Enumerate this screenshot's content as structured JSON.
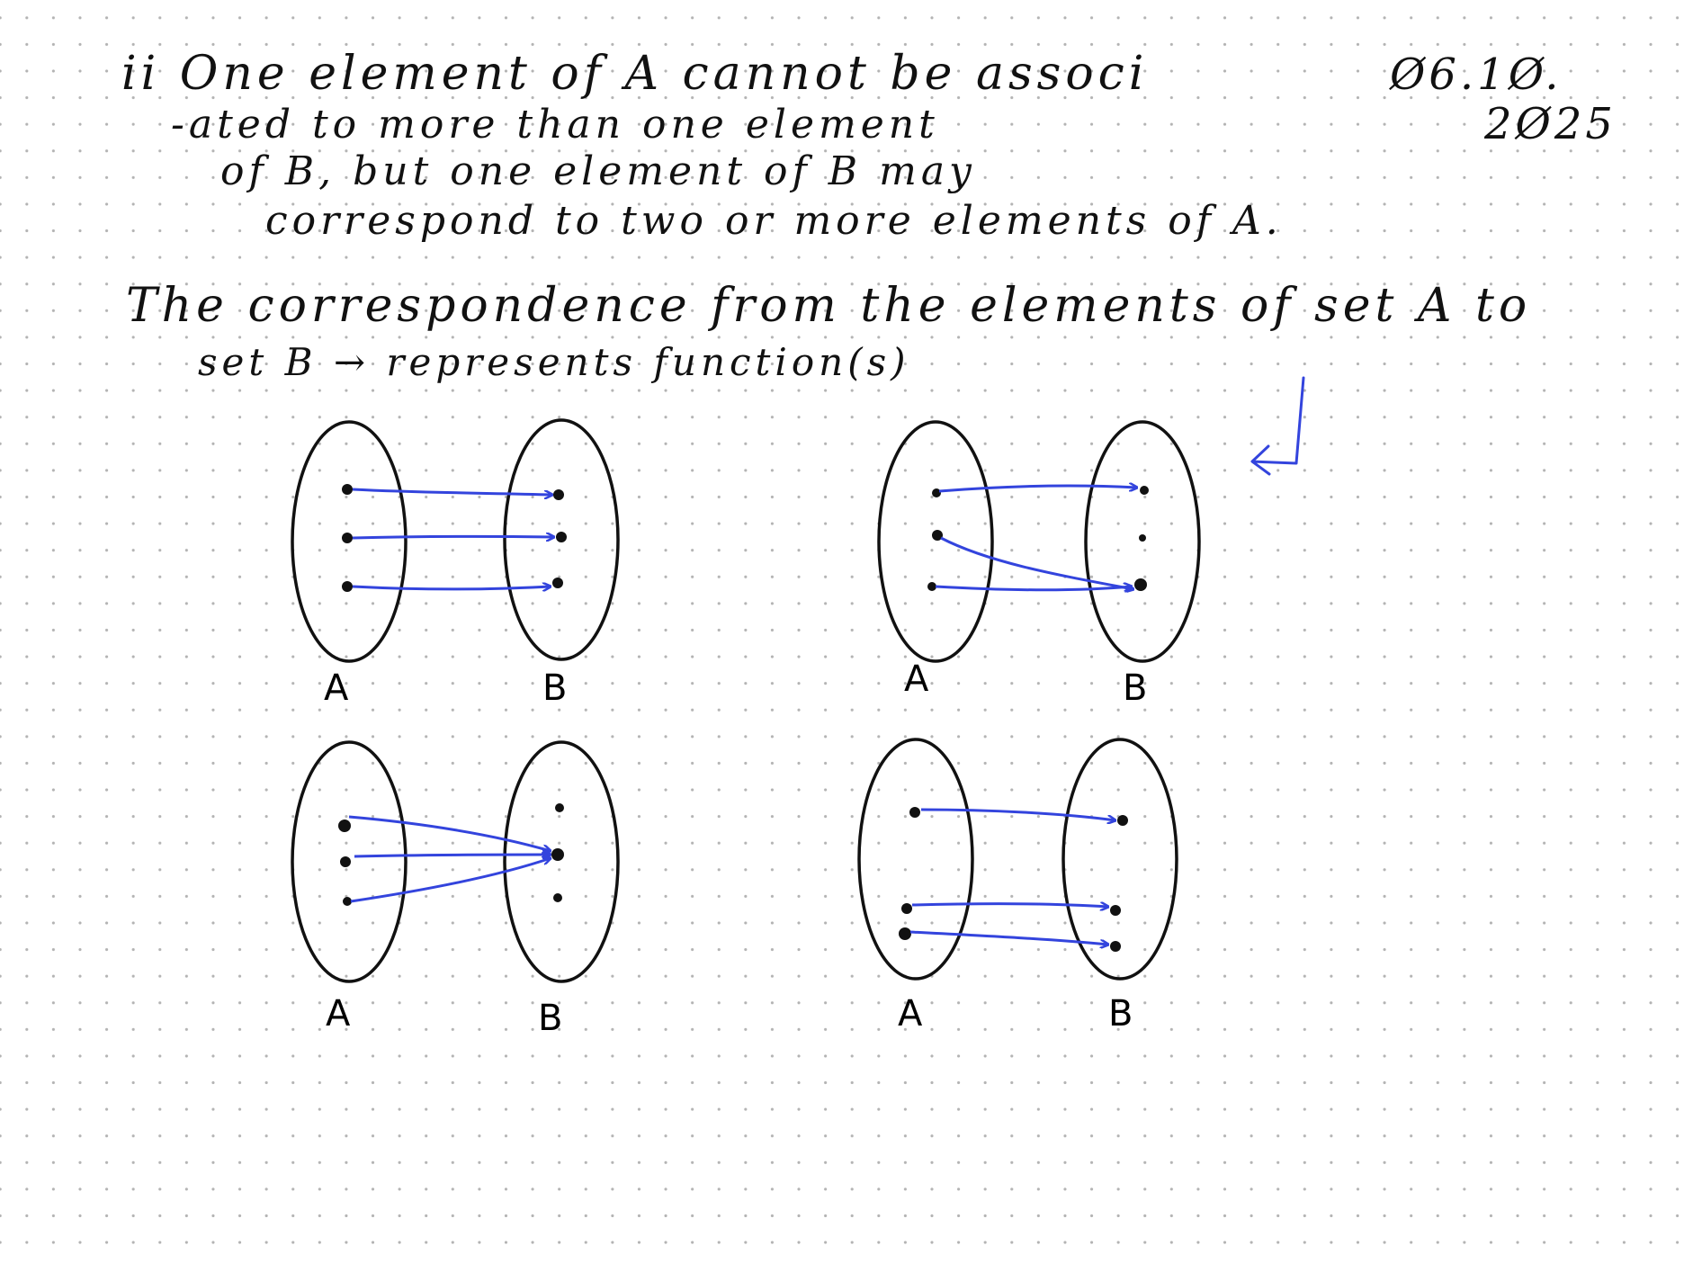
{
  "note": {
    "paragraph1": {
      "line1": "ii One element of A cannot be associ",
      "line2": "-ated to more than one element",
      "line3": "of B, but one element of B may",
      "line4": "correspond to two or more elements of A."
    },
    "date_line1": "Ø6.1Ø.",
    "date_line2": "2Ø25",
    "paragraph2": {
      "line1": "The correspondence from the elements of set A to",
      "line2": "set B → represents function(s)"
    }
  },
  "diagrams": [
    {
      "left_label": "A",
      "right_label": "B"
    },
    {
      "left_label": "A",
      "right_label": "B"
    },
    {
      "left_label": "A",
      "right_label": "B"
    },
    {
      "left_label": "A",
      "right_label": "B"
    }
  ],
  "colors": {
    "ink": "#111111",
    "arrow": "#3344dd",
    "grid_dot": "#b3b3b3"
  }
}
